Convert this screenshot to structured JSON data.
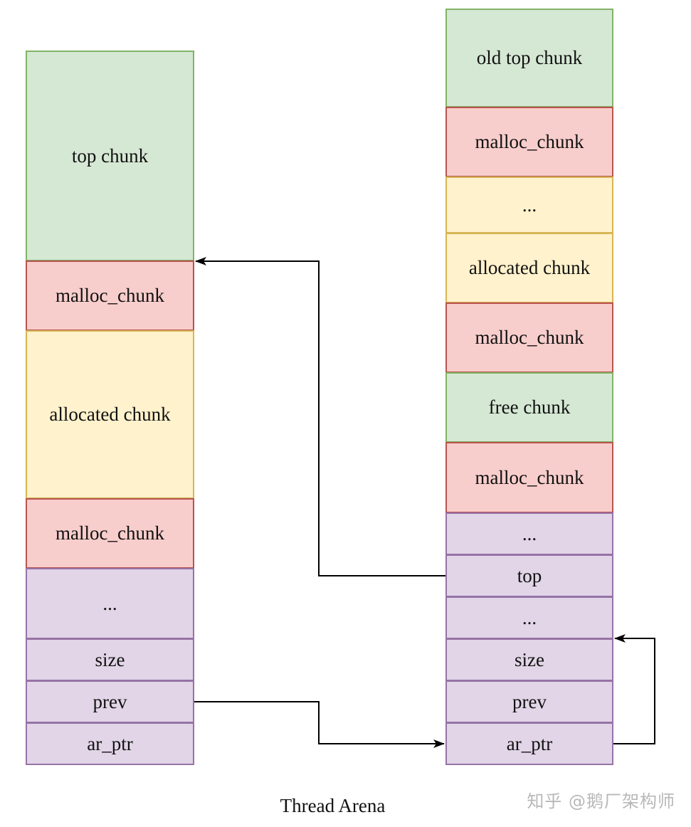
{
  "left_stack": {
    "blocks": [
      {
        "label": "top chunk",
        "color": "green"
      },
      {
        "label": "malloc_chunk",
        "color": "red"
      },
      {
        "label": "allocated chunk",
        "color": "yellow"
      },
      {
        "label": "malloc_chunk",
        "color": "red"
      },
      {
        "label": "...",
        "color": "purple"
      },
      {
        "label": "size",
        "color": "purple"
      },
      {
        "label": "prev",
        "color": "purple"
      },
      {
        "label": "ar_ptr",
        "color": "purple"
      }
    ]
  },
  "right_stack": {
    "blocks": [
      {
        "label": "old top chunk",
        "color": "green"
      },
      {
        "label": "malloc_chunk",
        "color": "red"
      },
      {
        "label": "...",
        "color": "yellow"
      },
      {
        "label": "allocated chunk",
        "color": "yellow"
      },
      {
        "label": "malloc_chunk",
        "color": "red"
      },
      {
        "label": "free chunk",
        "color": "green"
      },
      {
        "label": "malloc_chunk",
        "color": "red"
      },
      {
        "label": "...",
        "color": "purple"
      },
      {
        "label": "top",
        "color": "purple"
      },
      {
        "label": "...",
        "color": "purple"
      },
      {
        "label": "size",
        "color": "purple"
      },
      {
        "label": "prev",
        "color": "purple"
      },
      {
        "label": "ar_ptr",
        "color": "purple"
      }
    ]
  },
  "colors": {
    "green_fill": "#d5e8d4",
    "green_stroke": "#82b366",
    "red_fill": "#f8cecc",
    "red_stroke": "#b85450",
    "yellow_fill": "#fff2cc",
    "yellow_stroke": "#d6b656",
    "purple_fill": "#e1d5e7",
    "purple_stroke": "#9673a6",
    "arrow": "#000000"
  },
  "caption": "Thread Arena",
  "watermark": "知乎 @鹅厂架构师"
}
